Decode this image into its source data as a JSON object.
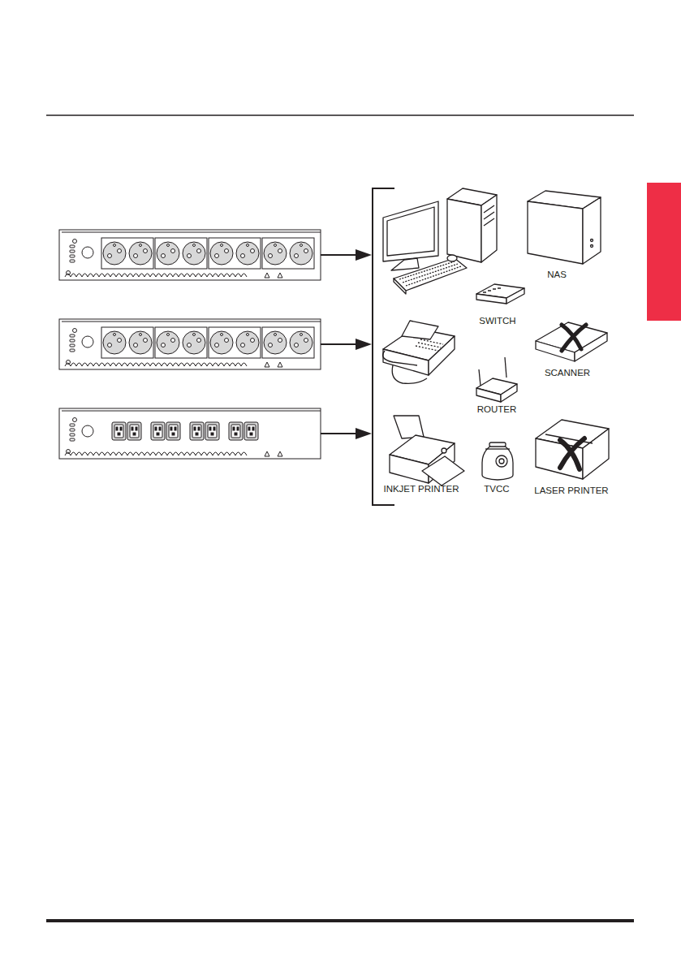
{
  "diagram": {
    "labels": [
      "NAS",
      "SWITCH",
      "SCANNER",
      "ROUTER",
      "INKJET PRINTER",
      "TVCC",
      "LASER PRINTER"
    ]
  }
}
